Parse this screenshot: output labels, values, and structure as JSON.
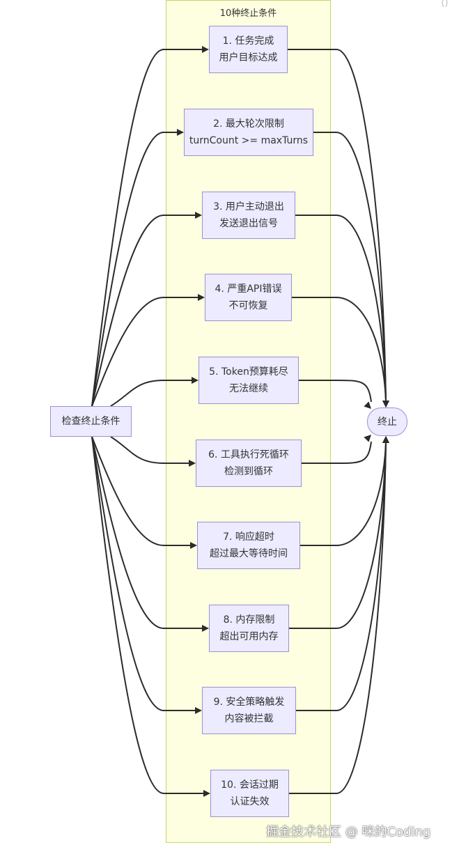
{
  "cluster": {
    "title": "10种终止条件"
  },
  "start": {
    "label": "检查终止条件"
  },
  "end": {
    "label": "终止"
  },
  "conditions": [
    {
      "line1": "1. 任务完成",
      "line2": "用户目标达成"
    },
    {
      "line1": "2. 最大轮次限制",
      "line2": "turnCount >= maxTurns"
    },
    {
      "line1": "3. 用户主动退出",
      "line2": "发送退出信号"
    },
    {
      "line1": "4. 严重API错误",
      "line2": "不可恢复"
    },
    {
      "line1": "5. Token预算耗尽",
      "line2": "无法继续"
    },
    {
      "line1": "6. 工具执行死循环",
      "line2": "检测到循环"
    },
    {
      "line1": "7. 响应超时",
      "line2": "超过最大等待时间"
    },
    {
      "line1": "8. 内存限制",
      "line2": "超出可用内存"
    },
    {
      "line1": "9. 安全策略触发",
      "line2": "内容被拦截"
    },
    {
      "line1": "10. 会话过期",
      "line2": "认证失效"
    }
  ],
  "watermark": {
    "text": "掘金技术社区 @ 咪的Coding"
  },
  "colors": {
    "node_fill": "#ecebff",
    "node_border": "#9c8fd8",
    "cluster_fill": "#fdffe0",
    "edge": "#2b2b2b"
  }
}
